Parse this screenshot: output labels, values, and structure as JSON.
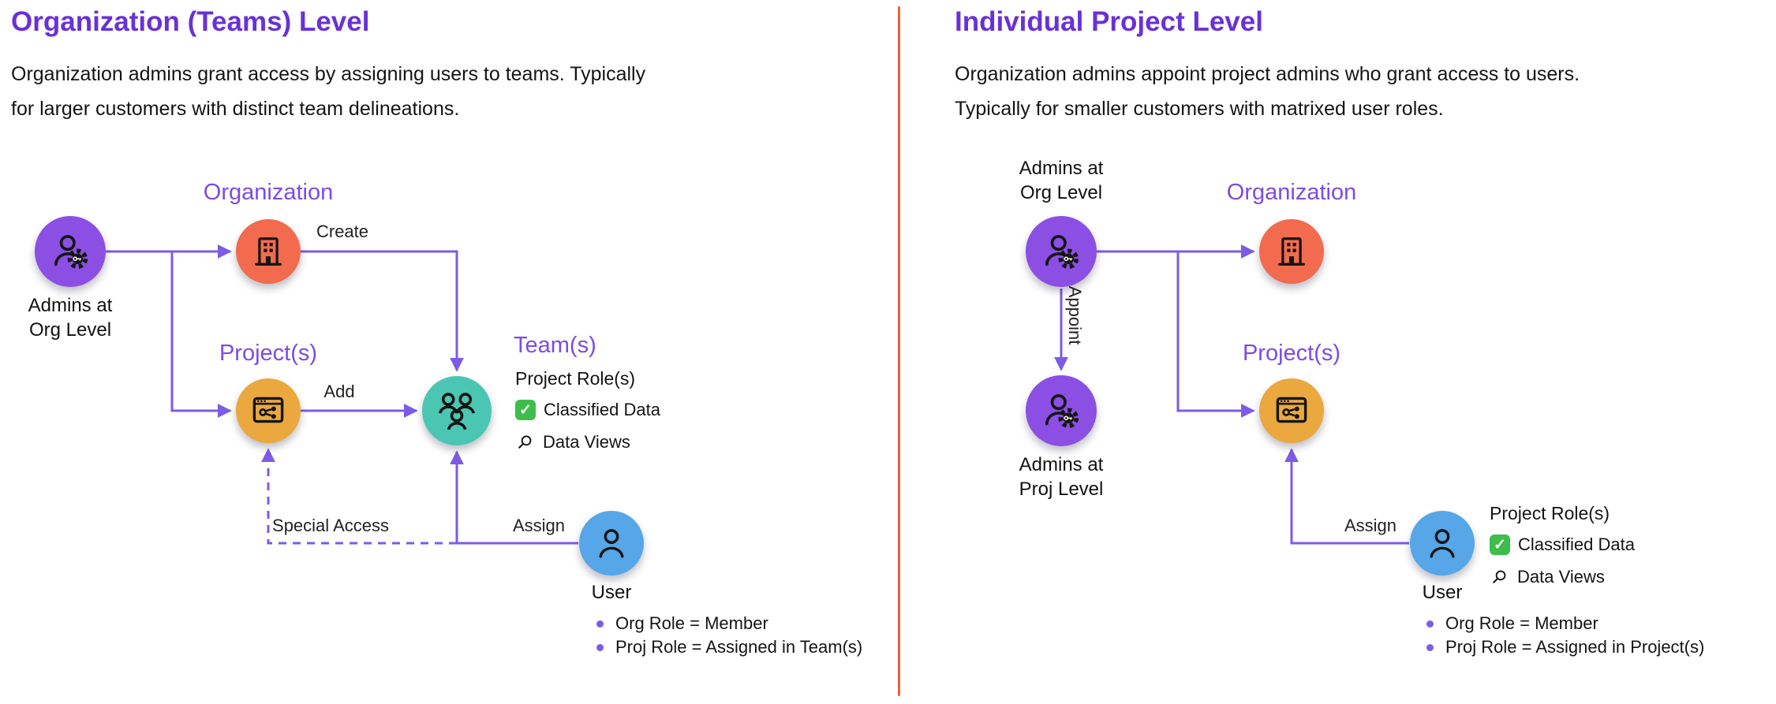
{
  "colors": {
    "title_purple": "#6931D8",
    "node_label_purple": "#7C4BE4",
    "arrow_purple": "#7C5BE6",
    "admin_node": "#8C4FE4",
    "organization_node": "#F26B4E",
    "project_node": "#EAA83E",
    "team_node": "#4BC6B3",
    "user_node": "#56A6E8",
    "divider_orange": "#ED5F40",
    "check_green": "#3DBE4A"
  },
  "left_panel": {
    "title": "Organization (Teams) Level",
    "description": "Organization admins grant access by assigning users to teams. Typically\nfor larger customers with distinct team delineations.",
    "nodes": {
      "admins_org": "Admins at\nOrg Level",
      "organization": "Organization",
      "projects": "Project(s)",
      "teams": "Team(s)",
      "user": "User"
    },
    "edge_labels": {
      "create": "Create",
      "add": "Add",
      "assign": "Assign",
      "special_access": "Special Access"
    },
    "roles": {
      "title": "Project Role(s)",
      "classified": "Classified Data",
      "data_views": "Data Views"
    },
    "user_notes": [
      "Org Role = Member",
      "Proj Role = Assigned in Team(s)"
    ]
  },
  "right_panel": {
    "title": "Individual Project Level",
    "description": "Organization admins appoint project admins who grant access to users.\nTypically for smaller customers with matrixed user roles.",
    "nodes": {
      "admins_org": "Admins at\nOrg Level",
      "organization": "Organization",
      "admins_proj": "Admins at\nProj Level",
      "projects": "Project(s)",
      "user": "User"
    },
    "edge_labels": {
      "appoint": "Appoint",
      "assign": "Assign"
    },
    "roles": {
      "title": "Project Role(s)",
      "classified": "Classified Data",
      "data_views": "Data Views"
    },
    "user_notes": [
      "Org Role = Member",
      "Proj Role = Assigned in Project(s)"
    ]
  }
}
